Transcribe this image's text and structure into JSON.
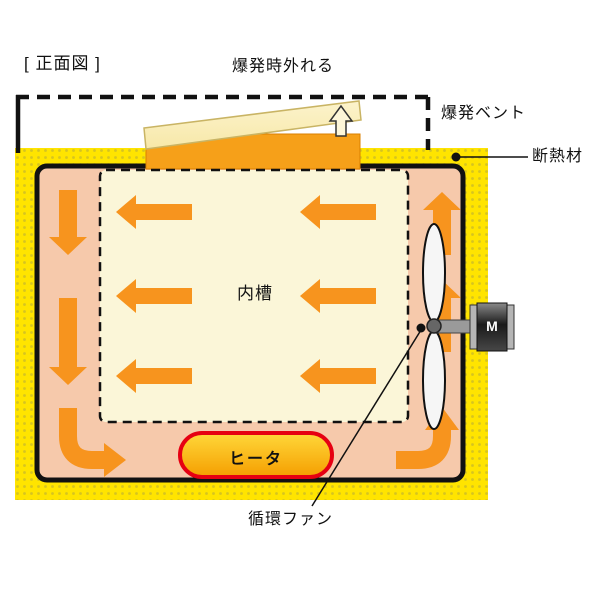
{
  "diagram": {
    "title": "[ 正面図 ]",
    "labels": {
      "detach_note": "爆発時外れる",
      "explosion_vent": "爆発ベント",
      "insulation": "断熱材",
      "inner_tank": "内槽",
      "heater": "ヒータ",
      "circulation_fan": "循環ファン",
      "motor": "M"
    },
    "colors": {
      "insulation_yellow": "#ffe400",
      "insulation_dot": "#d6c420",
      "chamber_pink": "#f6c9ab",
      "inner_cream": "#fbf6d8",
      "arrow_orange": "#f7941e",
      "heater_red": "#e60012",
      "heater_fill_top": "#ffd83a",
      "heater_fill_bottom": "#f59e00",
      "vent_lid": "#f7e8a8",
      "vent_strip": "#f6a019"
    }
  }
}
